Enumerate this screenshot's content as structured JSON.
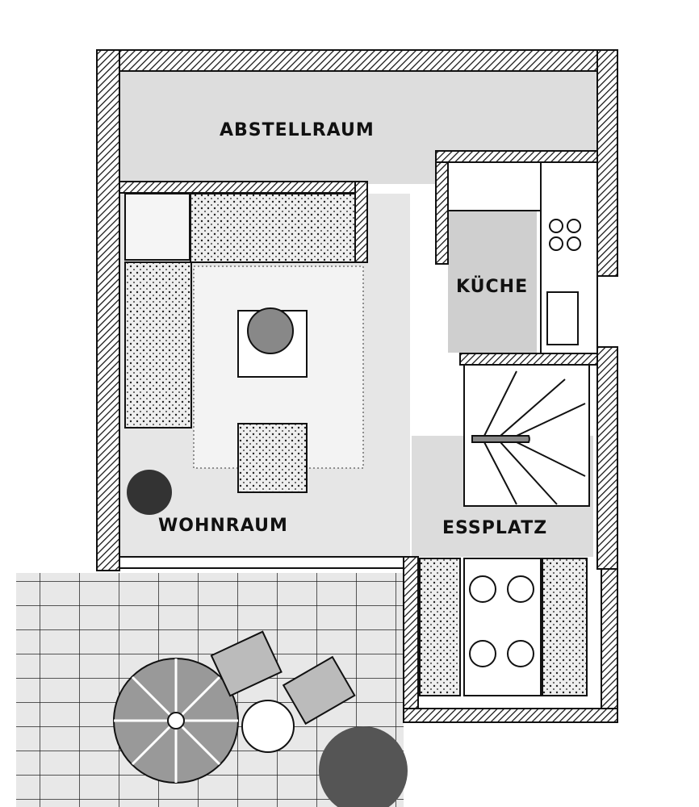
{
  "plan": {
    "rooms": {
      "storage": "ABSTELLRAUM",
      "kitchen": "KÜCHE",
      "living": "WOHNRAUM",
      "dining": "ESSPLATZ"
    },
    "colors": {
      "ink": "#111111",
      "paper": "#ffffff",
      "shade": "#d8d8d8"
    }
  }
}
